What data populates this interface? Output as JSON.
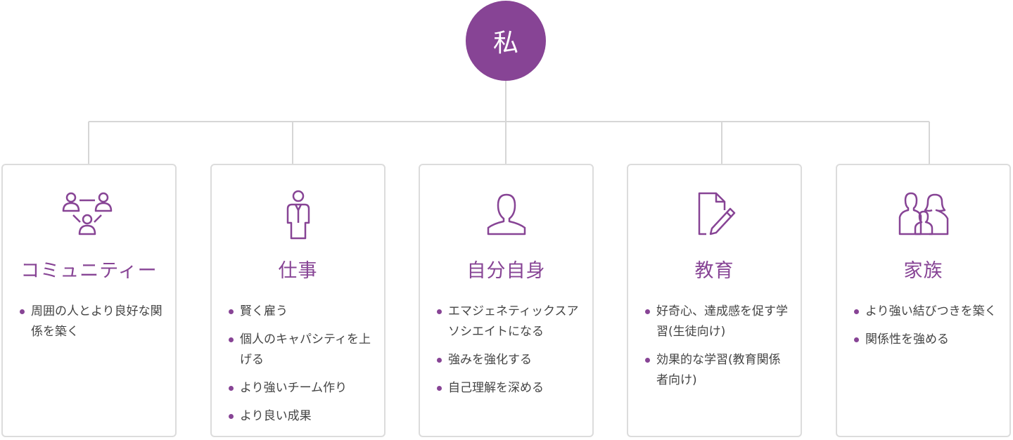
{
  "accent_color": "#874495",
  "root": {
    "label": "私"
  },
  "cards": [
    {
      "icon": "community-icon",
      "title": "コミュニティー",
      "bullets": [
        "周囲の人とより良好な関係を築く"
      ]
    },
    {
      "icon": "worker-icon",
      "title": "仕事",
      "bullets": [
        "賢く雇う",
        "個人のキャパシティを上げる",
        "より強いチーム作り",
        "より良い成果"
      ]
    },
    {
      "icon": "person-icon",
      "title": "自分自身",
      "bullets": [
        "エマジェネティックスアソシエイトになる",
        "強みを強化する",
        "自己理解を深める"
      ]
    },
    {
      "icon": "document-pencil-icon",
      "title": "教育",
      "bullets": [
        "好奇心、達成感を促す学習(生徒向け)",
        "効果的な学習(教育関係者向け)"
      ]
    },
    {
      "icon": "family-icon",
      "title": "家族",
      "bullets": [
        "より強い結びつきを築く",
        "関係性を強める"
      ]
    }
  ]
}
